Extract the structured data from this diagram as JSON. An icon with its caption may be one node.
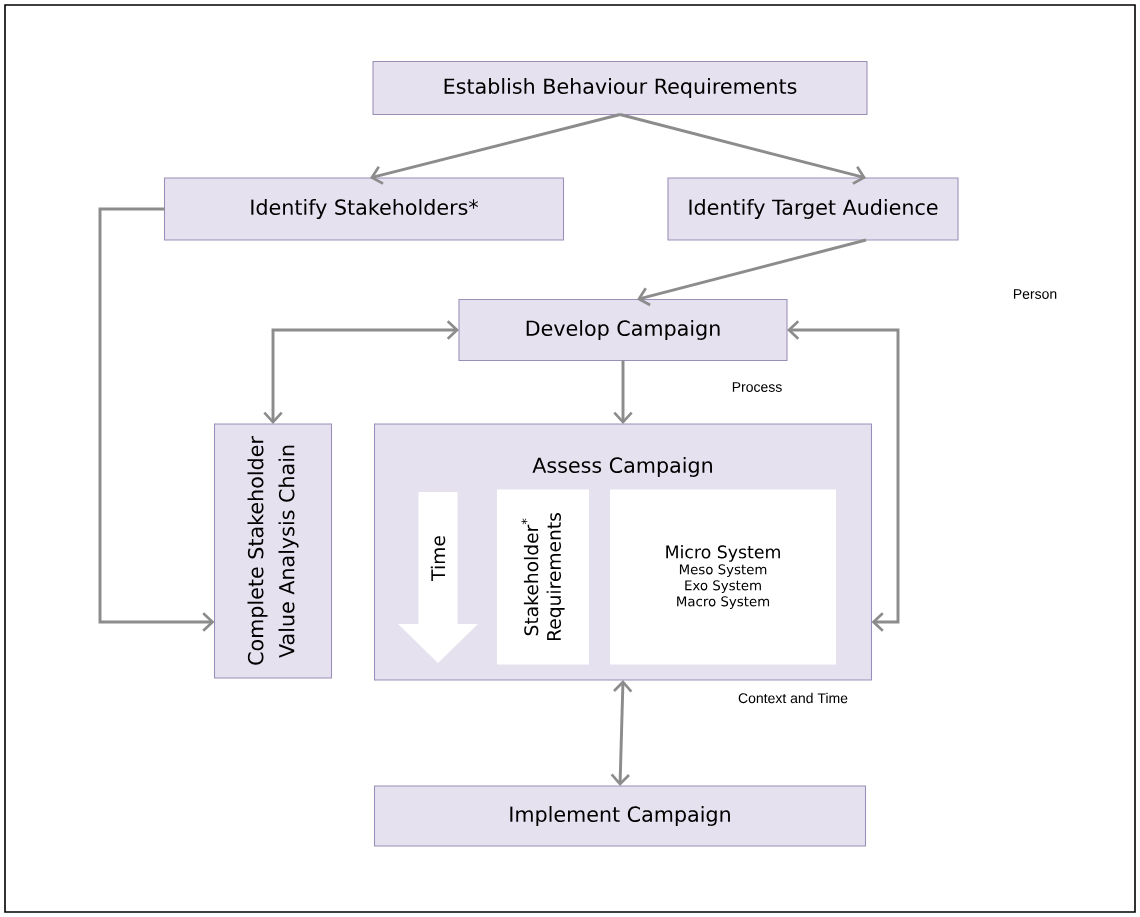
{
  "diagram": {
    "nodes": [
      {
        "text": [
          "Establish Behaviour Requirements"
        ]
      },
      {
        "text": [
          "Identify Stakeholders*"
        ]
      },
      {
        "text": [
          "Identify Target Audience"
        ]
      },
      {
        "text": [
          "Develop Campaign"
        ]
      },
      {
        "text": [
          "Complete Stakeholder Value Analysis Chain"
        ]
      },
      {
        "text": [
          "Assess Campaign"
        ]
      },
      {
        "text": [
          "Time"
        ],
        "in": 5
      },
      {
        "text": [
          "Stakeholder$^{*}$ Requirements"
        ],
        "in": 5
      },
      {
        "text": [
          "Micro System",
          "Meso System",
          "Exo System",
          "Macro System"
        ],
        "in": 5
      },
      {
        "text": [
          "Implement  Campaign"
        ]
      }
    ],
    "edges": [
      {
        "from": 0,
        "to": 1,
        "arrow": "to"
      },
      {
        "from": 0,
        "to": 2,
        "arrow": "to"
      },
      {
        "from": 2,
        "to": 3,
        "arrow": "to"
      },
      {
        "from": 3,
        "to": 5,
        "arrow": "to"
      },
      {
        "from": 3,
        "to": 4,
        "arrow": "both"
      },
      {
        "from": 3,
        "to": 5,
        "arrow": "both"
      },
      {
        "from": 1,
        "to": 4,
        "arrow": "to"
      },
      {
        "from": 5,
        "to": 9,
        "arrow": "both"
      }
    ],
    "labels": [
      "Person",
      "Process",
      "Context and Time"
    ]
  }
}
